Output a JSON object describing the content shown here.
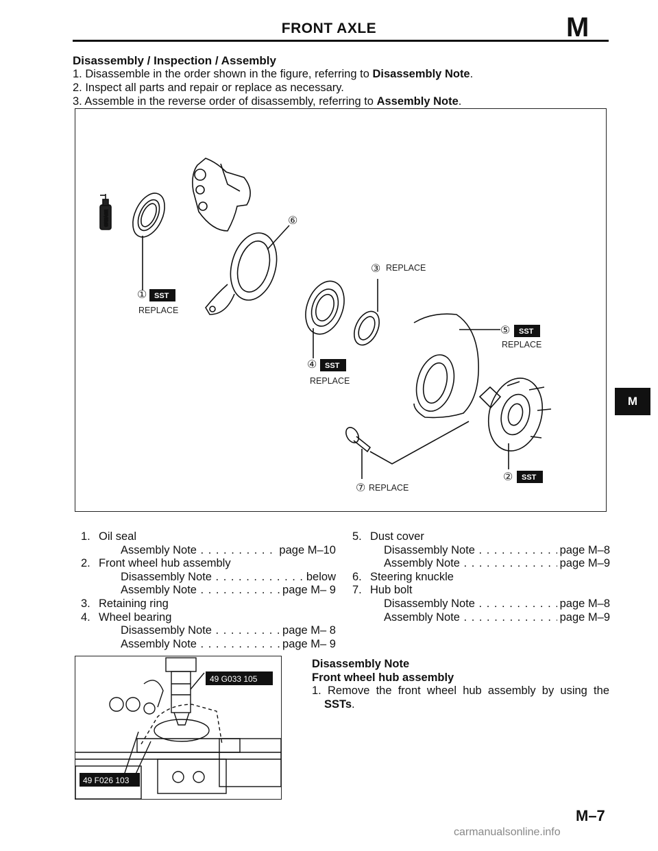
{
  "header": {
    "title": "FRONT AXLE",
    "section_letter": "M"
  },
  "section_heading": "Disassembly / Inspection / Assembly",
  "steps": [
    {
      "text": "1. Disassemble in the order shown in the figure, referring to ",
      "bold": "Disassembly Note",
      "end": "."
    },
    {
      "text": "2. Inspect all parts and repair or replace as necessary.",
      "bold": "",
      "end": ""
    },
    {
      "text": "3. Assemble in the reverse order of disassembly, referring to ",
      "bold": "Assembly Note",
      "end": "."
    }
  ],
  "figure": {
    "labels": {
      "c1": "①",
      "c2": "②",
      "c3": "③",
      "c4": "④",
      "c5": "⑤",
      "c6": "⑥",
      "c7": "⑦",
      "replace": "REPLACE",
      "sst": "SST",
      "grease": "GREASE"
    }
  },
  "side_tab": "M",
  "parts_left": [
    {
      "num": "1.",
      "name": "Oil seal"
    },
    {
      "sub": "Assembly Note",
      "ref": "page M–10"
    },
    {
      "num": "2.",
      "name": "Front wheel hub assembly"
    },
    {
      "sub": "Disassembly Note",
      "ref": "below"
    },
    {
      "sub": "Assembly Note",
      "ref": "page M– 9"
    },
    {
      "num": "3.",
      "name": "Retaining ring"
    },
    {
      "num": "4.",
      "name": "Wheel bearing"
    },
    {
      "sub": "Disassembly Note",
      "ref": "page M– 8"
    },
    {
      "sub": "Assembly Note",
      "ref": "page M– 9"
    }
  ],
  "parts_right": [
    {
      "num": "5.",
      "name": "Dust cover"
    },
    {
      "sub": "Disassembly Note",
      "ref": "page M–8"
    },
    {
      "sub": "Assembly Note",
      "ref": "page M–9"
    },
    {
      "num": "6.",
      "name": "Steering knuckle"
    },
    {
      "num": "7.",
      "name": "Hub bolt"
    },
    {
      "sub": "Disassembly Note",
      "ref": "page M–8"
    },
    {
      "sub": "Assembly Note",
      "ref": "page M–9"
    }
  ],
  "note_figure": {
    "tool_top": "49 G033 105",
    "tool_bottom": "49 F026 103"
  },
  "note": {
    "heading": "Disassembly Note",
    "subheading": "Front wheel hub assembly",
    "step_text": "1. Remove the front wheel hub assembly by using the",
    "step_bold": "SSTs",
    "step_end": "."
  },
  "page_number": "M–7",
  "watermark": "carmanualsonline.info"
}
